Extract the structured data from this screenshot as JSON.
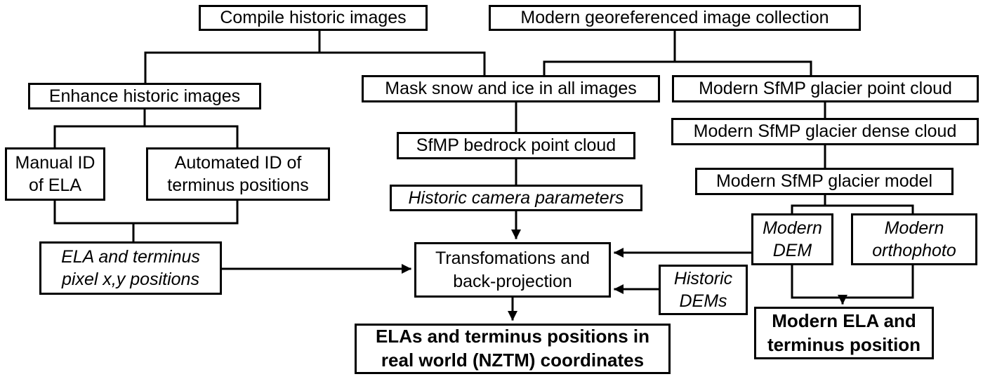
{
  "diagram": {
    "description": "Workflow flowchart for deriving glacier ELA and terminus positions from historic and modern imagery",
    "colors": {
      "background": "#ffffff",
      "box_fill": "#ffffff",
      "box_border": "#000000",
      "line": "#000000",
      "text": "#000000"
    },
    "nodes": {
      "compile_historic": {
        "label": "Compile historic images",
        "style": "normal"
      },
      "modern_collection": {
        "label": "Modern georeferenced image collection",
        "style": "normal"
      },
      "enhance_historic": {
        "label": "Enhance historic images",
        "style": "normal"
      },
      "mask_snow": {
        "label": "Mask snow and ice in all images",
        "style": "normal"
      },
      "sfmp_point_cloud": {
        "label": "Modern SfMP glacier point cloud",
        "style": "normal"
      },
      "manual_id": {
        "label": "Manual ID\nof ELA",
        "style": "normal"
      },
      "automated_id": {
        "label": "Automated ID of\nterminus positions",
        "style": "normal"
      },
      "sfmp_bedrock": {
        "label": "SfMP bedrock point cloud",
        "style": "normal"
      },
      "sfmp_dense_cloud": {
        "label": "Modern SfMP glacier dense cloud",
        "style": "normal"
      },
      "historic_camera": {
        "label": "Historic camera parameters",
        "style": "italic"
      },
      "sfmp_model": {
        "label": "Modern SfMP glacier model",
        "style": "normal"
      },
      "ela_pixel": {
        "label": "ELA and terminus\npixel x,y positions",
        "style": "italic"
      },
      "modern_dem": {
        "label": "Modern\nDEM",
        "style": "italic"
      },
      "modern_ortho": {
        "label": "Modern\northophoto",
        "style": "italic"
      },
      "transformations": {
        "label": "Transfomations and\nback-projection",
        "style": "normal"
      },
      "historic_dems": {
        "label": "Historic\nDEMs",
        "style": "italic"
      },
      "output_nztm": {
        "label": "ELAs and terminus positions in\nreal world (NZTM) coordinates",
        "style": "bold"
      },
      "output_modern": {
        "label": "Modern ELA and\nterminus position",
        "style": "bold"
      }
    }
  }
}
